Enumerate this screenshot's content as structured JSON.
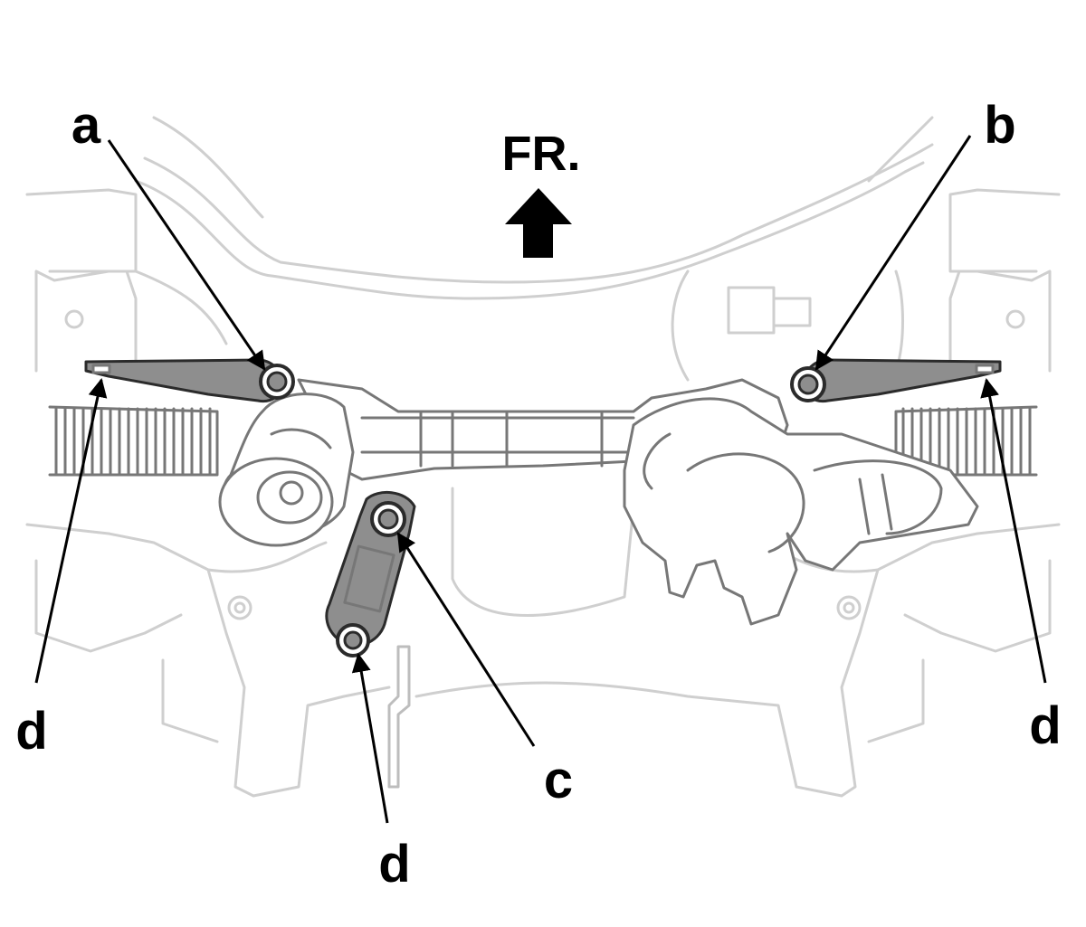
{
  "direction": {
    "label": "FR."
  },
  "callouts": {
    "a": "a",
    "b": "b",
    "c": "c",
    "d": "d"
  },
  "colors": {
    "background": "#ffffff",
    "highlight": "#8e8e8e",
    "outline": "#2b2b2b",
    "faint_line": "#cfcfcf",
    "ink": "#000000"
  }
}
